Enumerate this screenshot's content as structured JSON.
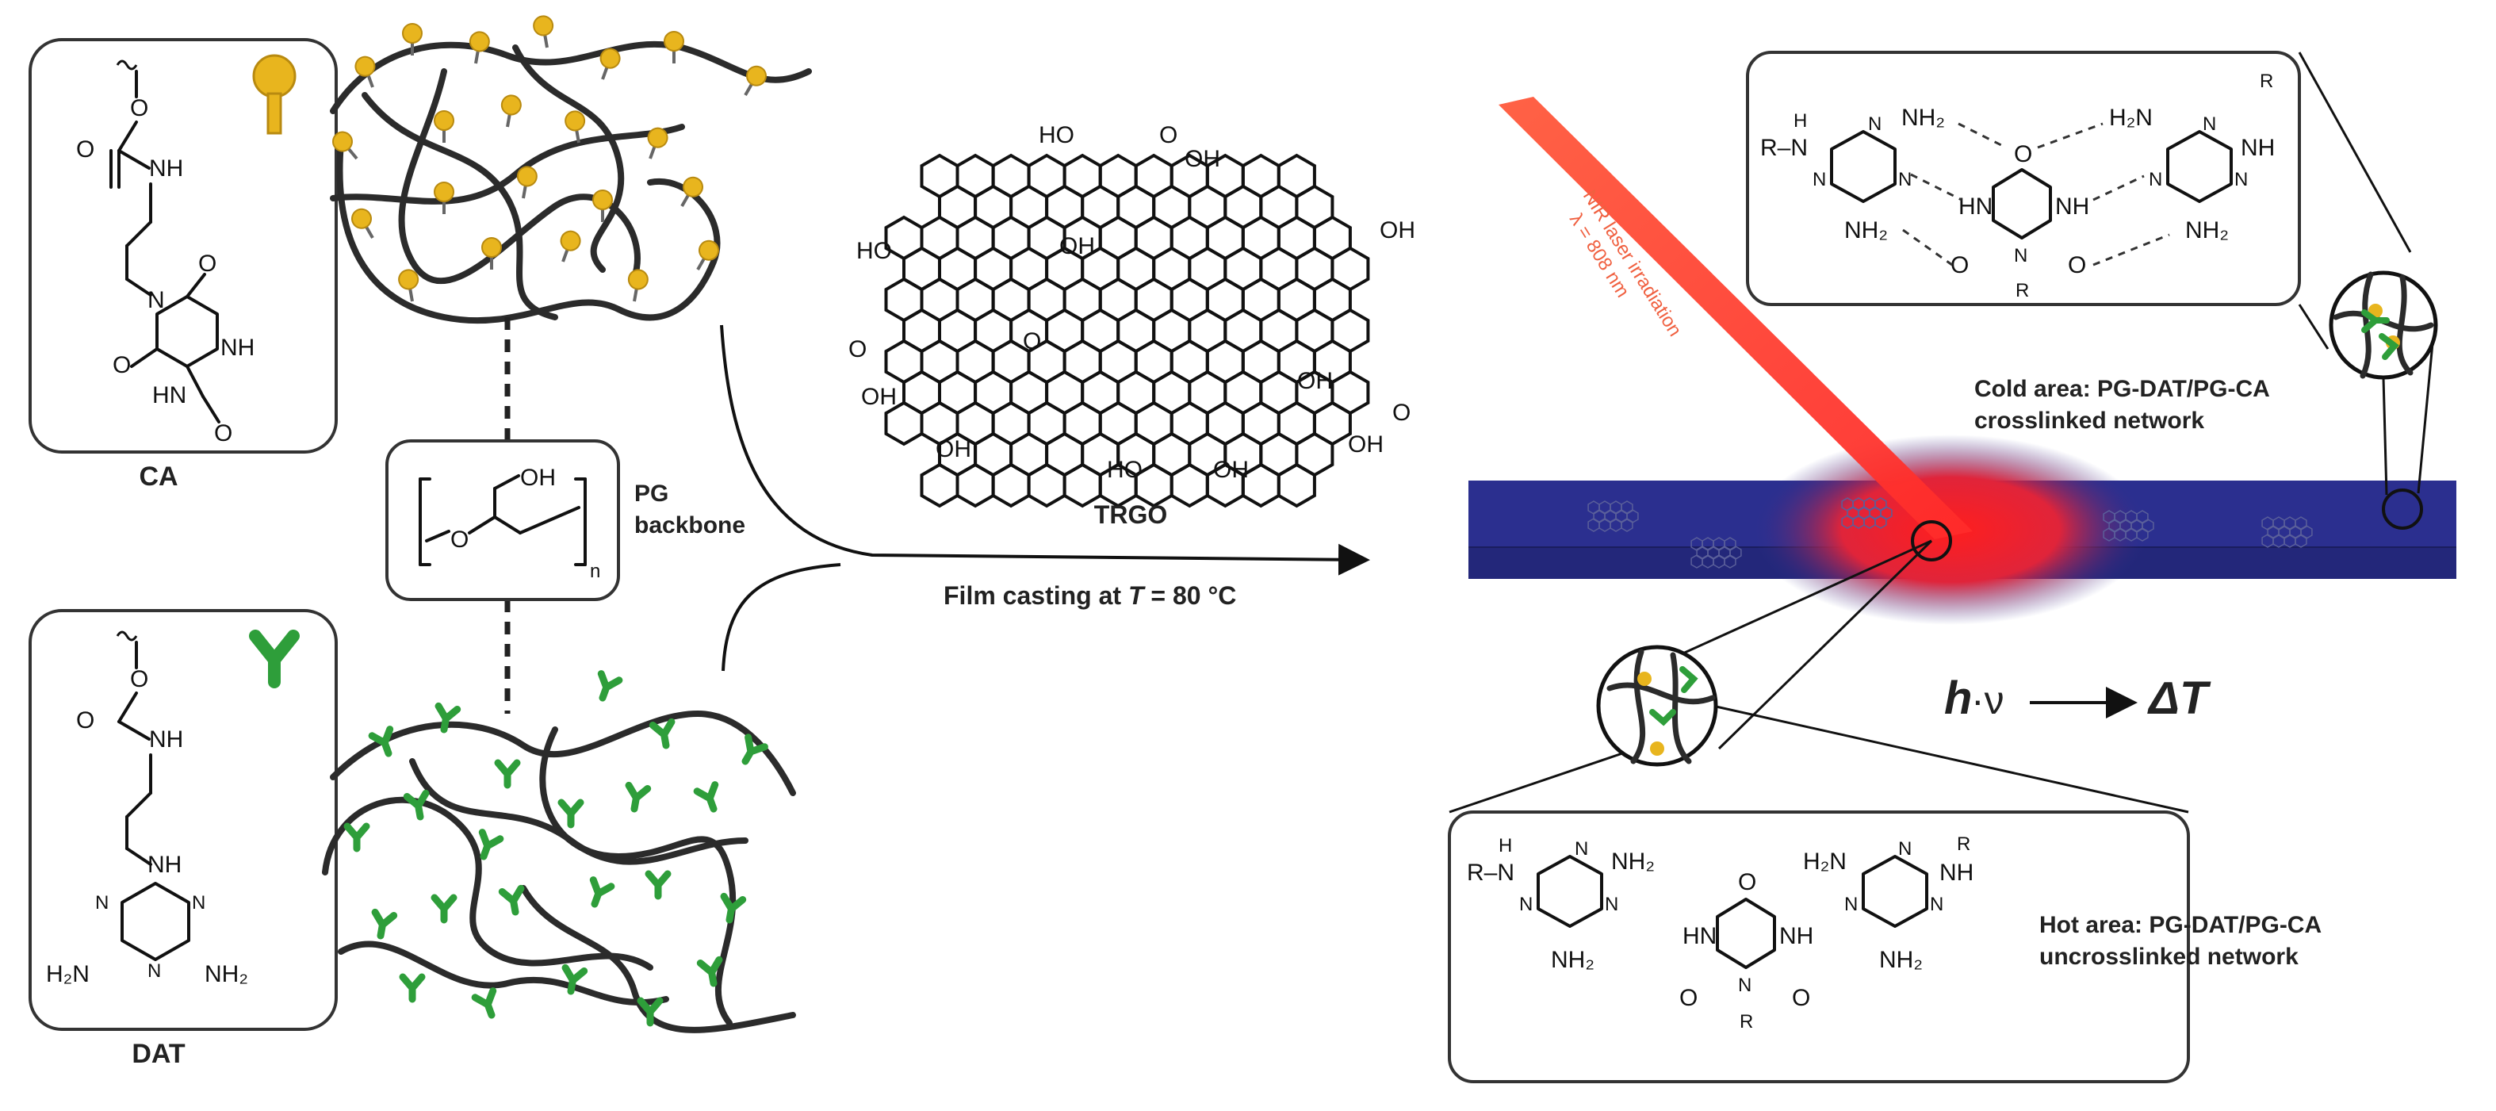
{
  "labels": {
    "ca": "CA",
    "dat": "DAT",
    "pg": "PG",
    "backbone": "backbone",
    "trgo": "TRGO",
    "film_casting_prefix": "Film casting at ",
    "film_casting_T": "T",
    "film_casting_suffix": " = 80 °C",
    "laser_line1": "NIR laser irradiation",
    "laser_line2": "λ = 808 nm",
    "cold_line1": "Cold area: PG-DAT/PG-CA",
    "cold_line2": "crosslinked network",
    "hot_line1": "Hot area: PG-DAT/PG-CA",
    "hot_line2": "uncrosslinked network",
    "h": "h",
    "nu": "·ν",
    "delta_t": "ΔT"
  },
  "chem": {
    "O": "O",
    "OH": "OH",
    "NH": "NH",
    "N": "N",
    "H": "H",
    "R": "R",
    "n": "n",
    "NH2": "NH₂",
    "H2N": "H₂N",
    "RNH": "R–N",
    "HO": "HO",
    "HN": "HN"
  },
  "colors": {
    "ca_moiety": "#e8b51e",
    "dat_moiety": "#2e9e3a",
    "film": "#2b2f8f",
    "laser": "#ff3b2f",
    "laser_label": "#f06040"
  }
}
